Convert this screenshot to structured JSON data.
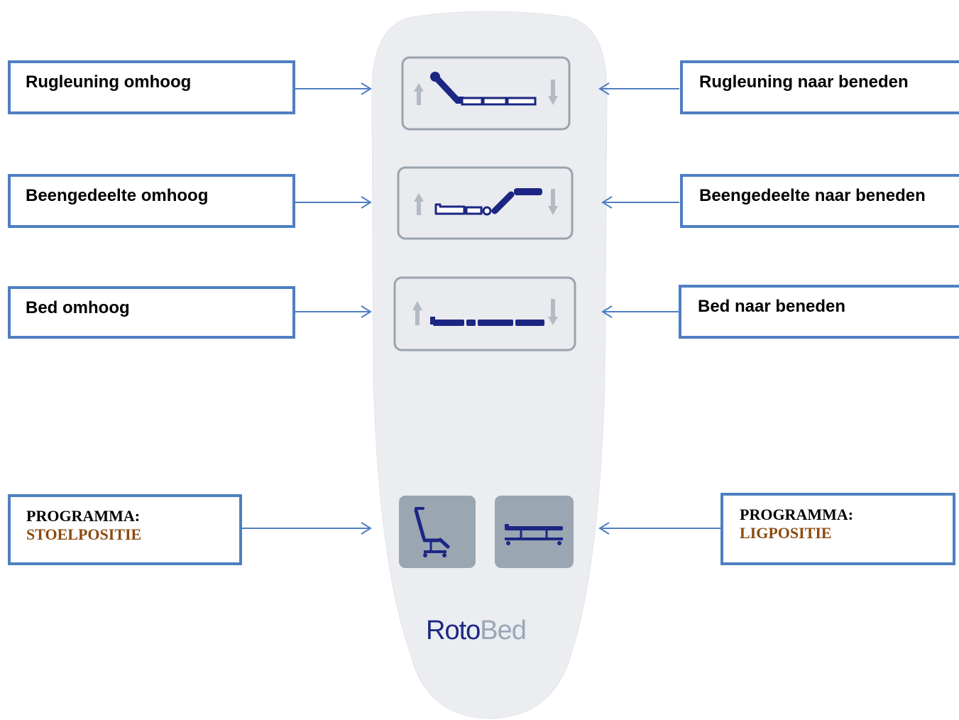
{
  "labels": {
    "backrest_up": "Rugleuning omhoog",
    "backrest_down": "Rugleuning naar beneden",
    "leg_up": "Beengedeelte omhoog",
    "leg_down": "Beengedeelte naar beneden",
    "bed_up": "Bed omhoog",
    "bed_down": "Bed naar beneden",
    "program_chair_title": "PROGRAMMA:",
    "program_chair_name": "STOELPOSITIE",
    "program_flat_title": "PROGRAMMA:",
    "program_flat_name": "LIGPOSITIE"
  },
  "brand": {
    "part1": "Roto",
    "part2": "Bed"
  },
  "icons": {
    "backrest_button": "backrest-adjust-icon",
    "leg_button": "leg-section-adjust-icon",
    "bed_button": "bed-height-adjust-icon",
    "chair_program": "chair-position-icon",
    "flat_program": "flat-position-icon"
  },
  "colors": {
    "callout_border": "#4f7fc1",
    "connector": "#4f7fc1",
    "icon_navy": "#1c2683",
    "remote_body": "#ebedf0",
    "button_outline": "#9aa3ae",
    "program_button": "#9aa6b2",
    "program_accent": "#8b4a0f",
    "brand_primary": "#1d2686",
    "brand_secondary": "#9aa6b6"
  }
}
